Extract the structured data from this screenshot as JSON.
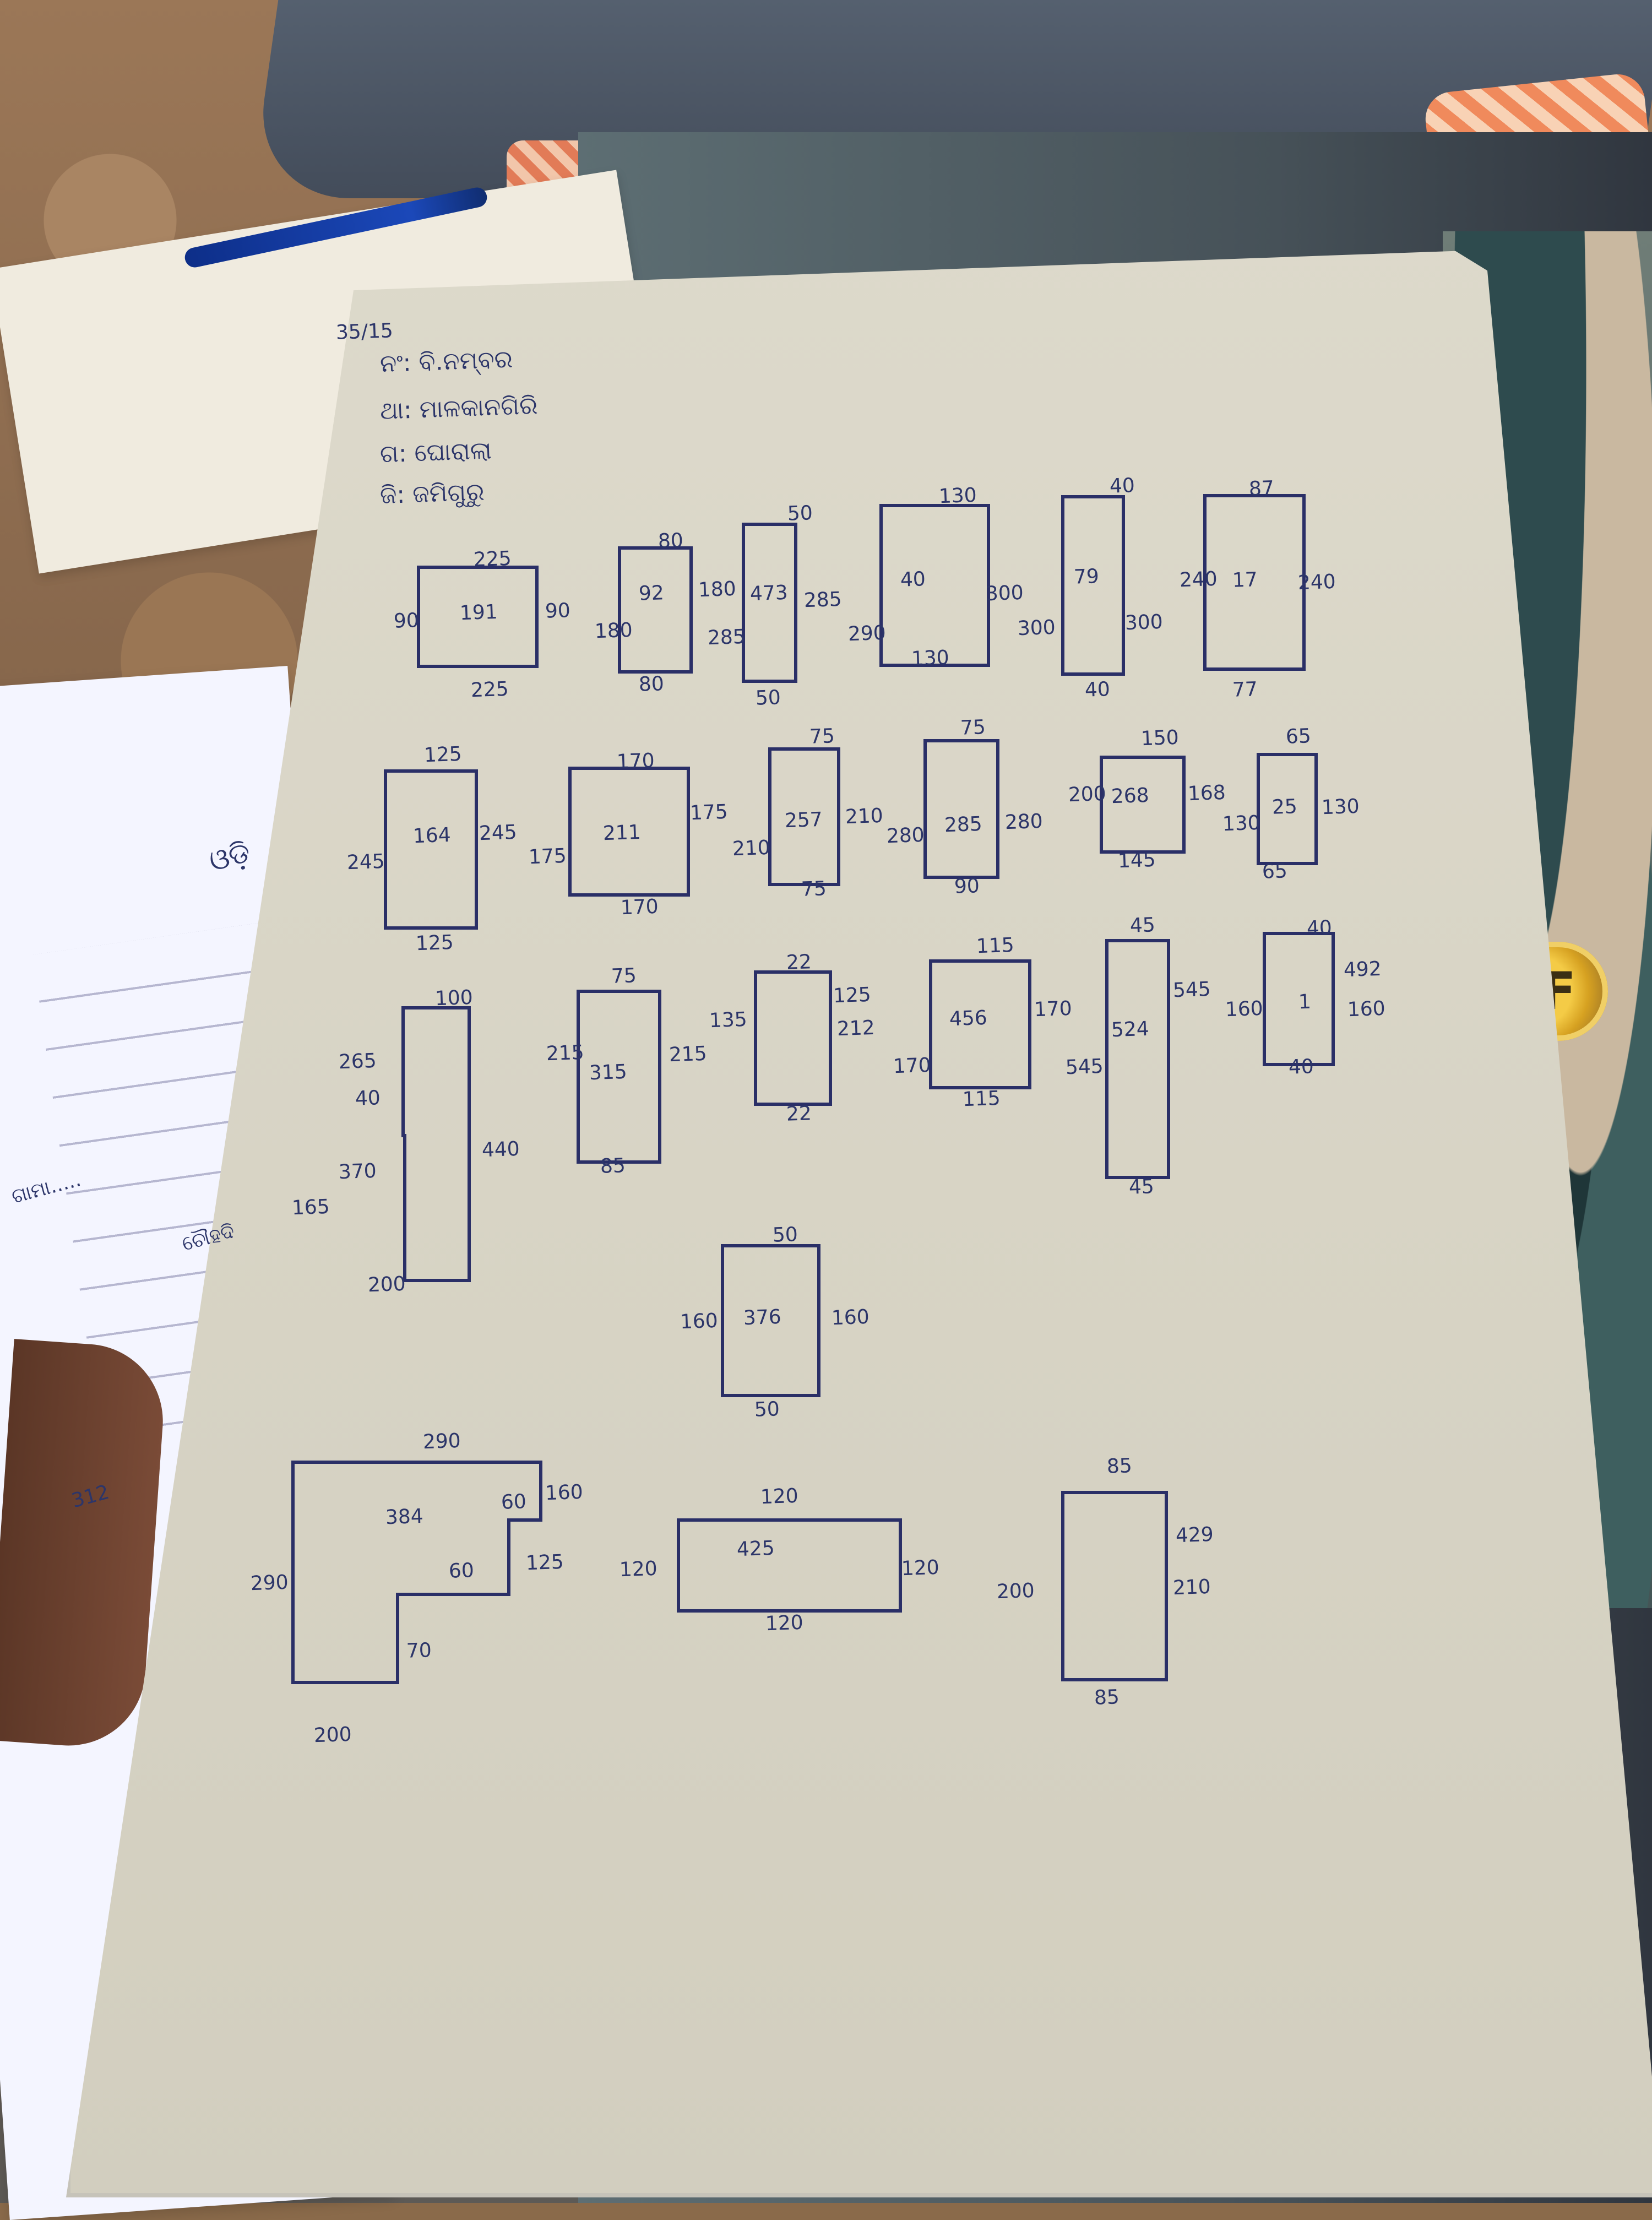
{
  "scene": {
    "paper_left_heading": "ଓଡ଼ି",
    "paper_left_line": "ଗାମା.....",
    "paper_left_col": "ଚୌହଦି",
    "paper_left_value": "312",
    "cap_text": "OF"
  },
  "notes": {
    "page_no": "35/15",
    "line1": "ନଂ: ବି.ନମ୍ବର",
    "line2": "ଥା: ମାଳକାନଗିରି",
    "line3": "ଗ: ଘୋରାଲା",
    "line4": "ଜି: ଜମିଗୁରୁ"
  },
  "plots": [
    {
      "id": "191",
      "top": "225",
      "bottom": "225",
      "left": "90",
      "right": "90"
    },
    {
      "id": "92",
      "top": "80",
      "bottom": "80",
      "left": "180",
      "right": "180"
    },
    {
      "id": "473",
      "top": "50",
      "bottom": "50",
      "left": "285",
      "right": "285"
    },
    {
      "id": "40",
      "top": "130",
      "bottom": "130",
      "left": "290",
      "right": "300"
    },
    {
      "id": "79",
      "top": "40",
      "bottom": "40",
      "left": "300",
      "right": "300"
    },
    {
      "id": "17",
      "top": "87",
      "bottom": "77",
      "left": "240",
      "right": "240"
    },
    {
      "id": "164",
      "top": "125",
      "bottom": "125",
      "left": "245",
      "right": "245"
    },
    {
      "id": "211",
      "top": "170",
      "bottom": "170",
      "left": "175",
      "right": "175"
    },
    {
      "id": "257",
      "top": "75",
      "bottom": "75",
      "left": "210",
      "right": "210"
    },
    {
      "id": "285",
      "top": "75",
      "bottom": "90",
      "left": "280",
      "right": "280"
    },
    {
      "id": "268",
      "top": "150",
      "bottom": "145",
      "left": "200",
      "right": "168"
    },
    {
      "id": "25",
      "top": "65",
      "bottom": "65",
      "left": "130",
      "right": "130"
    },
    {
      "id": "370",
      "top": "100",
      "bottom": "200",
      "left": "165",
      "right": "440"
    },
    {
      "id": "315",
      "top": "75",
      "bottom": "85",
      "left": "215",
      "right": "215"
    },
    {
      "id": "",
      "top": "22",
      "bottom": "22",
      "left": "135",
      "right": "125"
    },
    {
      "id": "456",
      "top": "115",
      "bottom": "115",
      "left": "170",
      "right": "170"
    },
    {
      "id": "524",
      "top": "45",
      "bottom": "45",
      "left": "545",
      "right": "545"
    },
    {
      "id": "1",
      "top": "40",
      "bottom": "40",
      "left": "160",
      "right": "160"
    },
    {
      "id": "376",
      "top": "50",
      "bottom": "50",
      "left": "160",
      "right": "160"
    },
    {
      "id": "384",
      "top": "290",
      "bottom": "200",
      "left": "290",
      "right": "160"
    },
    {
      "id": "425",
      "top": "120",
      "bottom": "120",
      "left": "120",
      "right": "120"
    },
    {
      "id": "",
      "top": "85",
      "bottom": "85",
      "left": "200",
      "right": "210"
    }
  ],
  "extra_labels": {
    "l265": "265",
    "l40": "40",
    "l212": "212",
    "l492": "492",
    "l429": "429",
    "l60a": "60",
    "l60b": "60",
    "l70": "70",
    "l125": "125"
  }
}
